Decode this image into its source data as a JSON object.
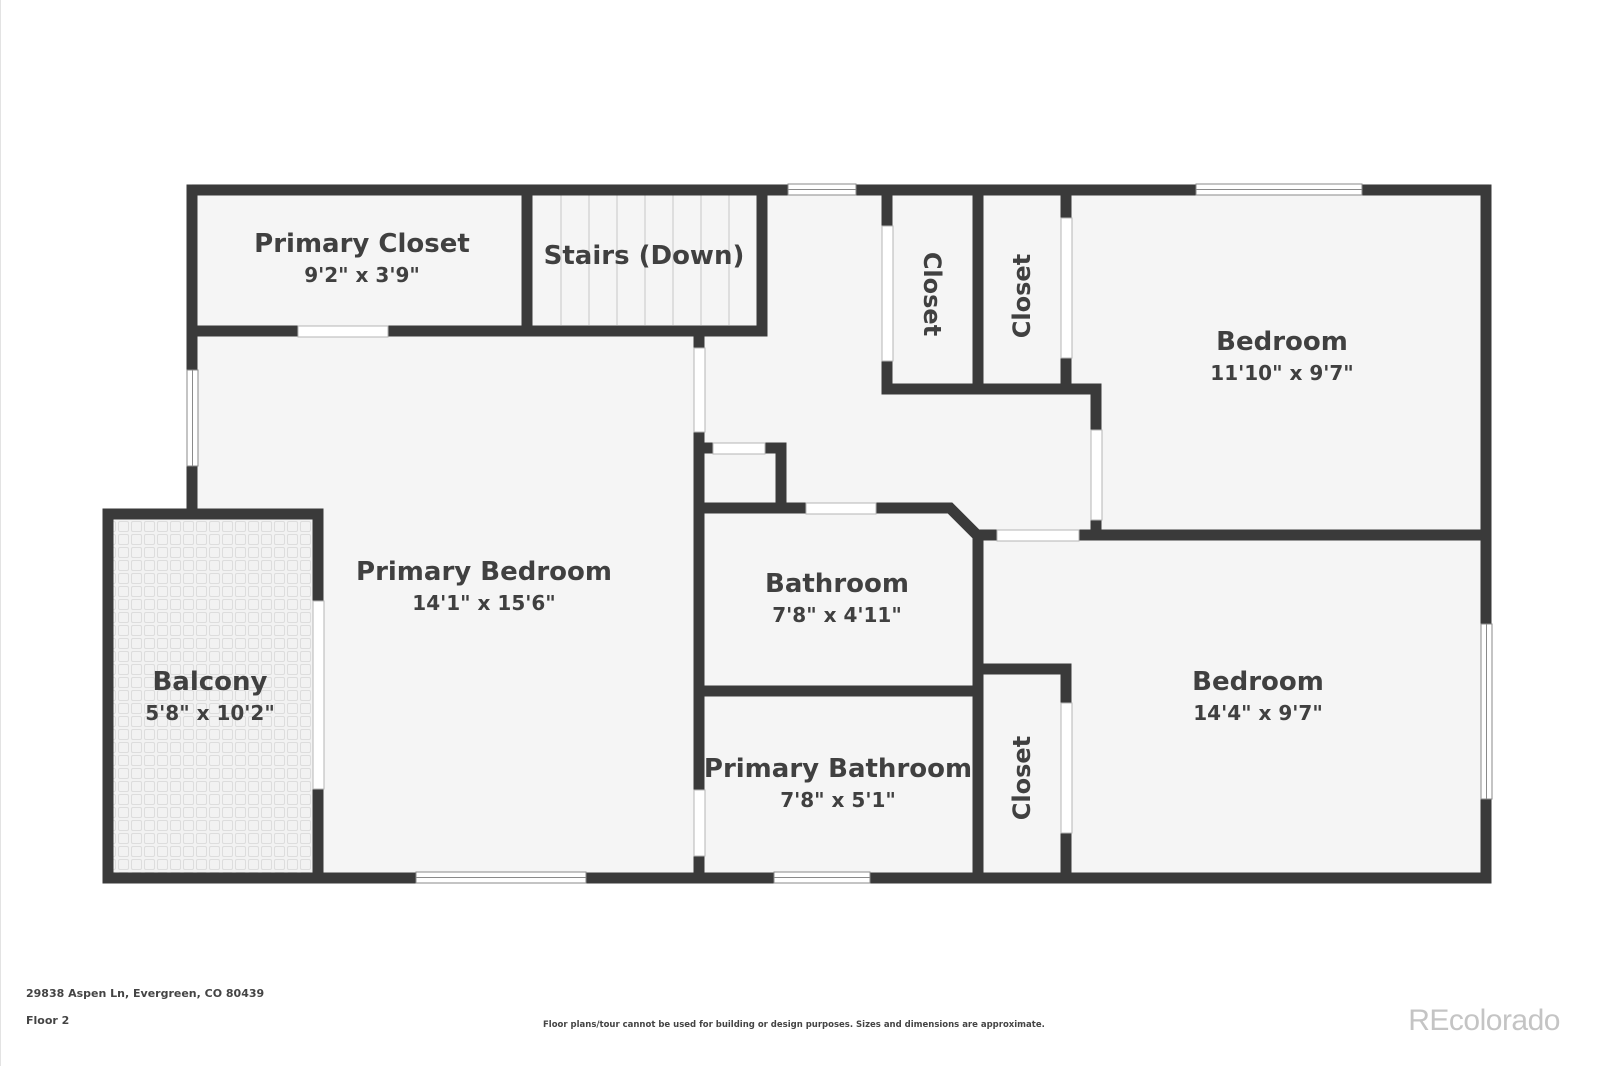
{
  "floorplan": {
    "rooms": [
      {
        "id": "primary-closet",
        "name": "Primary Closet",
        "dims": "9'2\" x 3'9\""
      },
      {
        "id": "stairs",
        "name": "Stairs (Down)",
        "dims": ""
      },
      {
        "id": "closet-1",
        "name": "Closet",
        "dims": ""
      },
      {
        "id": "closet-2",
        "name": "Closet",
        "dims": ""
      },
      {
        "id": "bedroom-1",
        "name": "Bedroom",
        "dims": "11'10\" x 9'7\""
      },
      {
        "id": "primary-bedroom",
        "name": "Primary Bedroom",
        "dims": "14'1\" x 15'6\""
      },
      {
        "id": "bathroom",
        "name": "Bathroom",
        "dims": "7'8\" x 4'11\""
      },
      {
        "id": "bedroom-2",
        "name": "Bedroom",
        "dims": "14'4\" x 9'7\""
      },
      {
        "id": "balcony",
        "name": "Balcony",
        "dims": "5'8\" x 10'2\""
      },
      {
        "id": "primary-bathroom",
        "name": "Primary Bathroom",
        "dims": "7'8\" x 5'1\""
      },
      {
        "id": "closet-3",
        "name": "Closet",
        "dims": ""
      }
    ]
  },
  "footer": {
    "address": "29838 Aspen Ln, Evergreen, CO 80439",
    "floor": "Floor 2",
    "disclaimer": "Floor plans/tour cannot be used for building or design purposes. Sizes and dimensions are approximate.",
    "brand": "REcolorado"
  },
  "colors": {
    "wall": "#3a3a3a",
    "floor": "#f5f5f5",
    "text": "#404040",
    "brand": "#c4c4c4"
  }
}
